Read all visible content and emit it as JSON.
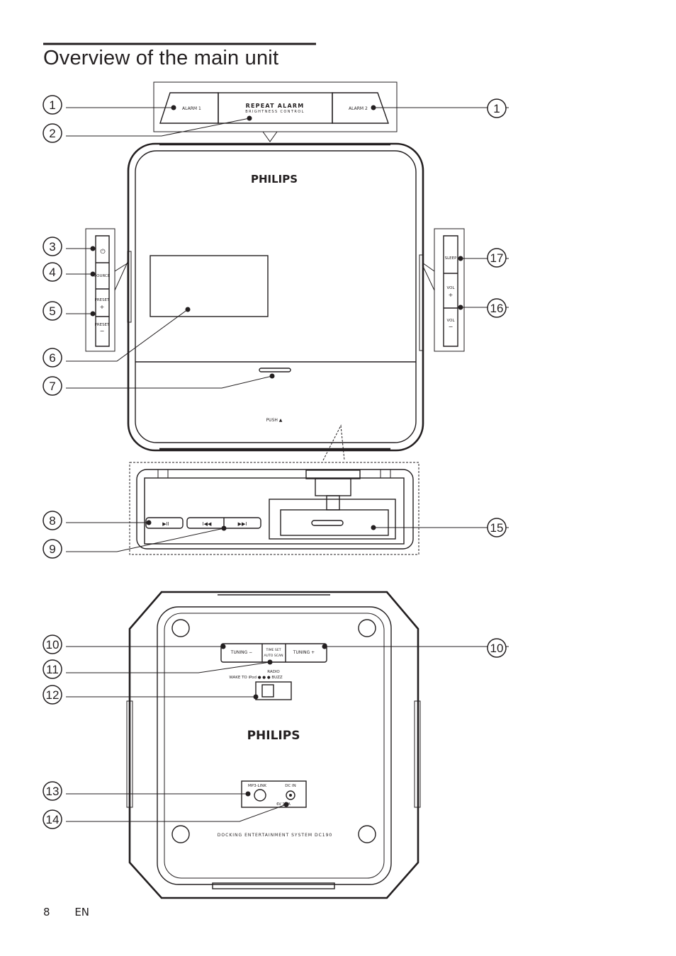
{
  "page": {
    "title": "Overview of the main unit",
    "page_number": "8",
    "language": "EN"
  },
  "top_panel": {
    "alarm1": "ALARM 1",
    "alarm2": "ALARM 2",
    "repeat": "REPEAT ALARM",
    "brightness": "BRIGHTNESS CONTROL"
  },
  "front": {
    "brand": "PHILIPS",
    "push": "PUSH ▲"
  },
  "left_panel": {
    "source": "SOURCE",
    "preset_plus_label": "PRESET",
    "preset_plus_sign": "+",
    "preset_minus_label": "PRESET",
    "preset_minus_sign": "−"
  },
  "right_panel": {
    "sleep": "SLEEP",
    "vol_plus_label": "VOL",
    "vol_plus_sign": "+",
    "vol_minus_label": "VOL",
    "vol_minus_sign": "−"
  },
  "dock": {
    "play_pause": "▶II",
    "prev": "I◀◀",
    "next": "▶▶I"
  },
  "back": {
    "tuning_minus": "TUNING  −",
    "tuning_plus": "TUNING  +",
    "time_set": "TIME SET",
    "auto_scan": "AUTO SCAN",
    "radio": "RADIO",
    "wake_to": "WAKE TO iPod ● ● ● BUZZ",
    "brand": "PHILIPS",
    "mp3_link": "MP3-LINK",
    "dc_in": "DC IN",
    "dc_spec": "6V  1.5A",
    "model": "DOCKING ENTERTAINMENT SYSTEM DC190"
  },
  "callouts": [
    "1",
    "2",
    "3",
    "4",
    "5",
    "6",
    "7",
    "8",
    "9",
    "10",
    "11",
    "12",
    "13",
    "14",
    "15",
    "16",
    "17"
  ]
}
